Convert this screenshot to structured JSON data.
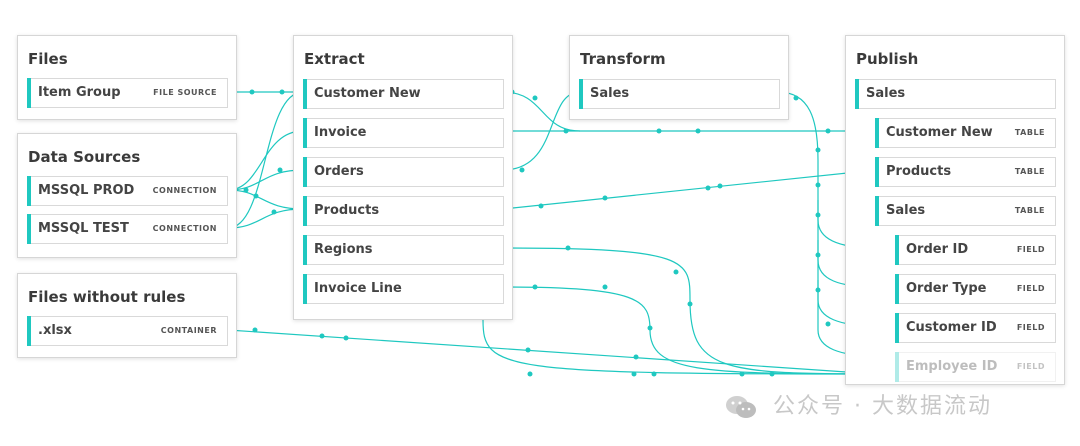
{
  "accent": "#1fc8c0",
  "panels": {
    "files": {
      "title": "Files",
      "items": [
        {
          "label": "Item Group",
          "tag": "FILE SOURCE"
        }
      ]
    },
    "data_sources": {
      "title": "Data Sources",
      "items": [
        {
          "label": "MSSQL PROD",
          "tag": "CONNECTION"
        },
        {
          "label": "MSSQL TEST",
          "tag": "CONNECTION"
        }
      ]
    },
    "files_without_rules": {
      "title": "Files without rules",
      "items": [
        {
          "label": ".xlsx",
          "tag": "CONTAINER"
        }
      ]
    },
    "extract": {
      "title": "Extract",
      "items": [
        {
          "label": "Customer New"
        },
        {
          "label": "Invoice"
        },
        {
          "label": "Orders"
        },
        {
          "label": "Products"
        },
        {
          "label": "Regions"
        },
        {
          "label": "Invoice Line"
        }
      ]
    },
    "transform": {
      "title": "Transform",
      "items": [
        {
          "label": "Sales"
        }
      ]
    },
    "publish": {
      "title": "Publish",
      "items": [
        {
          "label": "Sales"
        },
        {
          "label": "Customer New",
          "tag": "TABLE"
        },
        {
          "label": "Products",
          "tag": "TABLE"
        },
        {
          "label": "Sales",
          "tag": "TABLE"
        },
        {
          "label": "Order ID",
          "tag": "FIELD"
        },
        {
          "label": "Order Type",
          "tag": "FIELD"
        },
        {
          "label": "Customer ID",
          "tag": "FIELD"
        },
        {
          "label": "Employee ID",
          "tag": "FIELD"
        }
      ]
    }
  },
  "watermark": {
    "text": "公众号 · 大数据流动",
    "icon": "wechat-icon"
  }
}
